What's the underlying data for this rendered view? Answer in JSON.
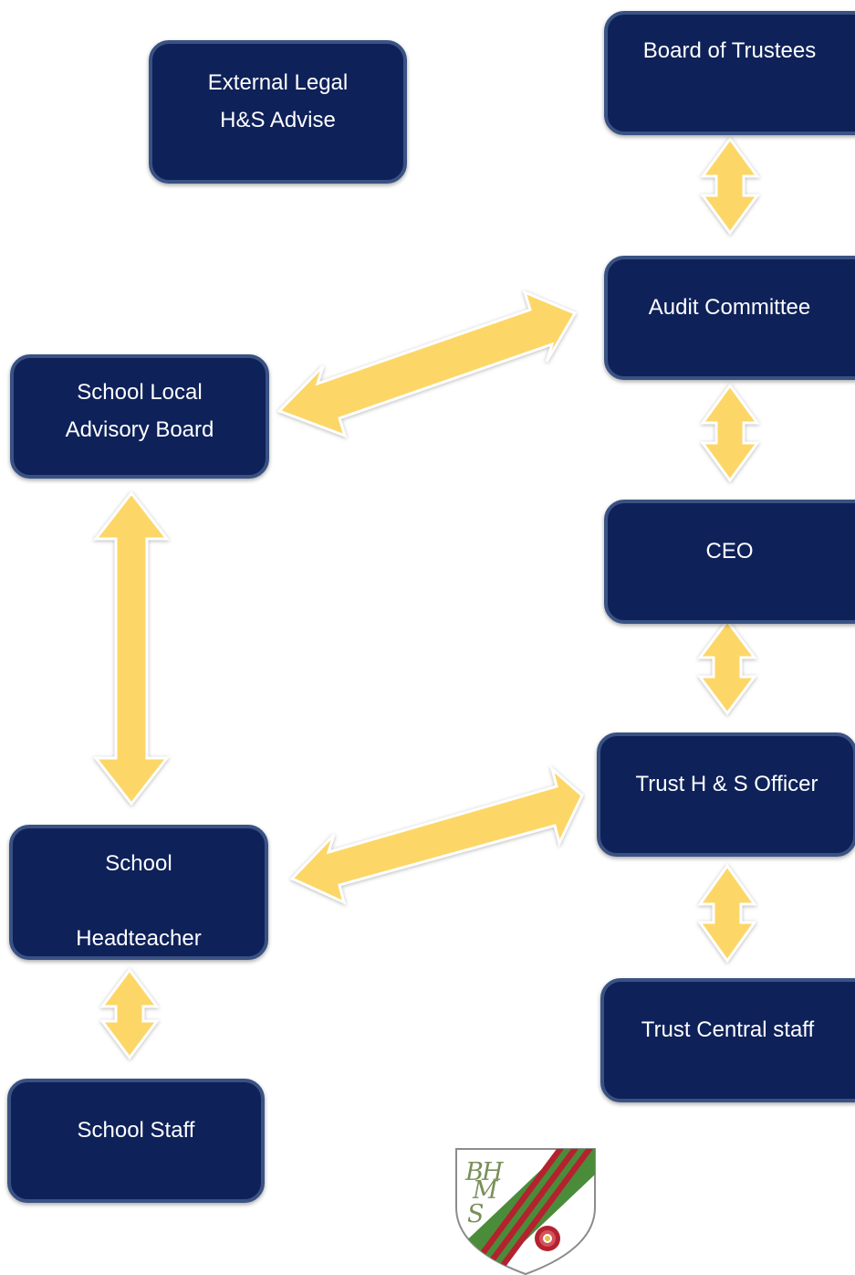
{
  "nodes": {
    "external_legal": "External Legal\nH&S Advise",
    "board_of_trustees": "Board of Trustees",
    "audit_committee": "Audit Committee",
    "school_local_advisory_board": "School Local\nAdvisory Board",
    "ceo": "CEO",
    "trust_hs_officer": "Trust H & S Officer",
    "school_headteacher": "School\n\nHeadteacher",
    "trust_central_staff": "Trust Central staff",
    "school_staff": "School Staff"
  },
  "edges": [
    {
      "from": "board_of_trustees",
      "to": "audit_committee",
      "type": "two-way"
    },
    {
      "from": "audit_committee",
      "to": "ceo",
      "type": "two-way"
    },
    {
      "from": "ceo",
      "to": "trust_hs_officer",
      "type": "two-way"
    },
    {
      "from": "trust_hs_officer",
      "to": "trust_central_staff",
      "type": "two-way"
    },
    {
      "from": "school_local_advisory_board",
      "to": "audit_committee",
      "type": "two-way"
    },
    {
      "from": "school_local_advisory_board",
      "to": "school_headteacher",
      "type": "two-way"
    },
    {
      "from": "school_headteacher",
      "to": "trust_hs_officer",
      "type": "two-way"
    },
    {
      "from": "school_headteacher",
      "to": "school_staff",
      "type": "two-way"
    }
  ],
  "logo": {
    "letters": [
      "B",
      "H",
      "M",
      "S"
    ],
    "colors": {
      "stripe_red": "#b3222e",
      "stripe_green": "#4b8c3a",
      "rose": "#b3222e",
      "outline": "#8c8c8c"
    }
  },
  "colors": {
    "node_fill": "#0e2159",
    "node_border": "#3a5283",
    "node_text": "#ffffff",
    "arrow_fill": "#fcd768",
    "arrow_outline": "#ffffff"
  }
}
